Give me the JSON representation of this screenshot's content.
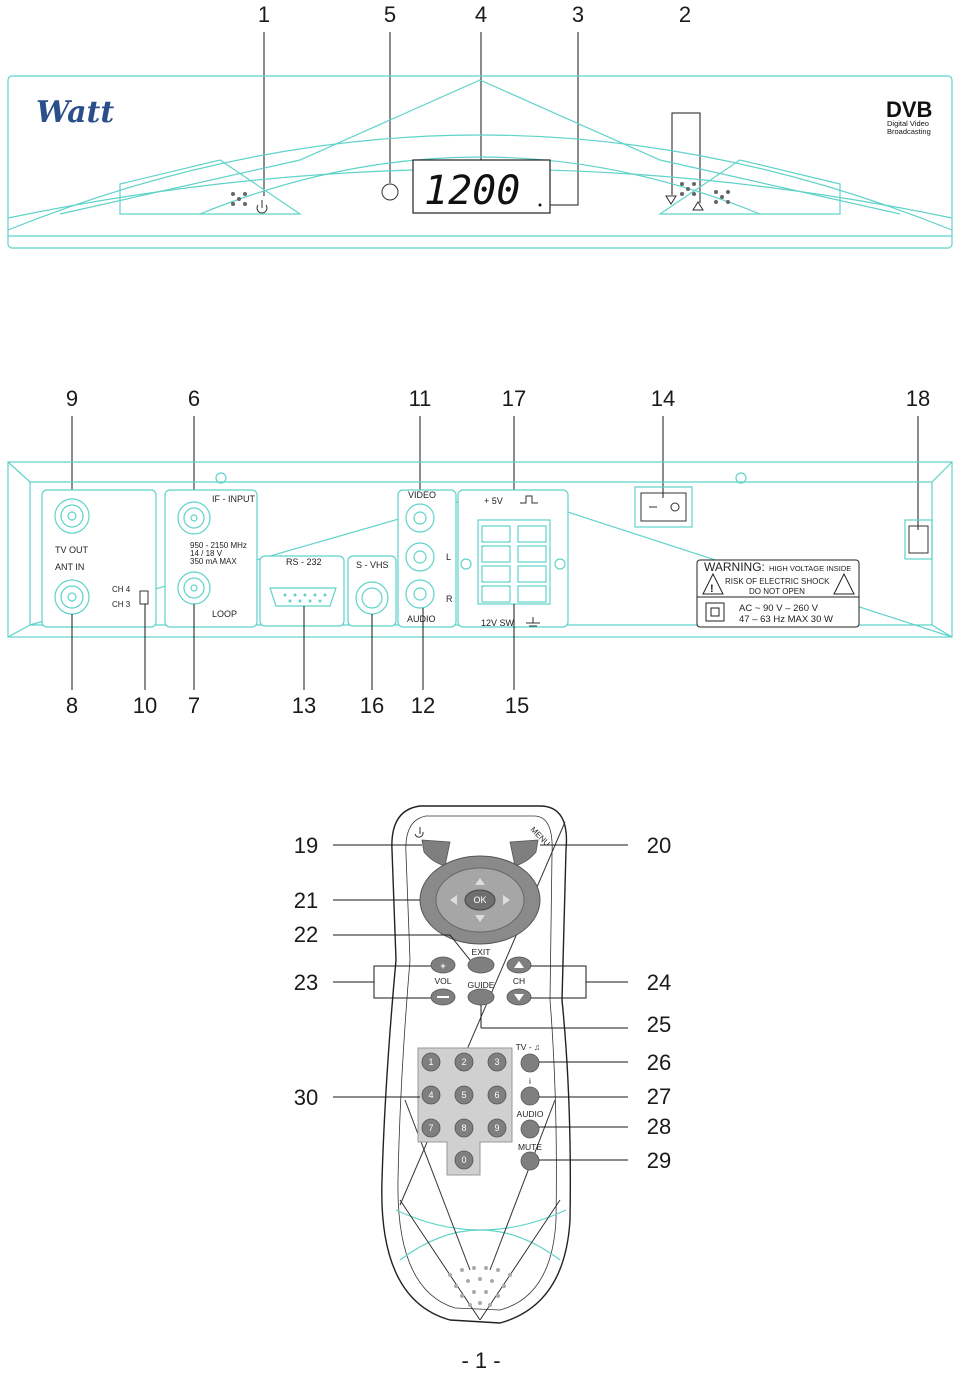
{
  "front_panel": {
    "callouts": [
      "1",
      "5",
      "4",
      "3",
      "2"
    ],
    "brand": "Watt",
    "display": "1200",
    "dvb_logo": "DVB",
    "dvb_line1": "Digital Video",
    "dvb_line2": "Broadcasting",
    "icons": [
      "power-icon",
      "standby-led",
      "channel-down-icon",
      "channel-up-icon"
    ]
  },
  "rear_panel": {
    "callouts_top": [
      "9",
      "6",
      "11",
      "17",
      "14",
      "18"
    ],
    "callouts_bottom": [
      "8",
      "10",
      "7",
      "13",
      "16",
      "12",
      "15"
    ],
    "tv_out": "TV   OUT",
    "ant_in": "ANT     IN",
    "ch4": "CH 4",
    "ch3": "CH 3",
    "if_input": "IF - INPUT",
    "freq": "950 - 2150 MHz",
    "volt": "14  / 18  V",
    "current": "350 mA   MAX",
    "loop": "LOOP",
    "rs232": "RS - 232",
    "svhs": "S - VHS",
    "video": "VIDEO",
    "audio": "AUDIO",
    "l": "L",
    "r": "R",
    "plus5v": "+ 5V",
    "sw12v": "12V  SW",
    "warning_title": "WARNING:",
    "warning_sub": "HIGH VOLTAGE INSIDE",
    "risk1": "RISK  OF  ELECTRIC  SHOCK",
    "risk2": "DO  NOT  OPEN",
    "ac": "AC  ~  90  V –  260  V",
    "hz": "47 – 63 Hz MAX 30 W"
  },
  "remote": {
    "callouts_left": [
      "19",
      "21",
      "22",
      "23",
      "30"
    ],
    "callouts_right": [
      "20",
      "24",
      "25",
      "26",
      "27",
      "28",
      "29"
    ],
    "menu": "MENU",
    "ok": "OK",
    "exit": "EXIT",
    "vol": "VOL",
    "guide": "GUIDE",
    "ch": "CH",
    "tv_radio": "TV - ♫",
    "info": "i",
    "audio": "AUDIO",
    "mute": "MUTE",
    "keypad": [
      "1",
      "2",
      "3",
      "4",
      "5",
      "6",
      "7",
      "8",
      "9",
      "0"
    ]
  },
  "page_number": "- 1 -"
}
